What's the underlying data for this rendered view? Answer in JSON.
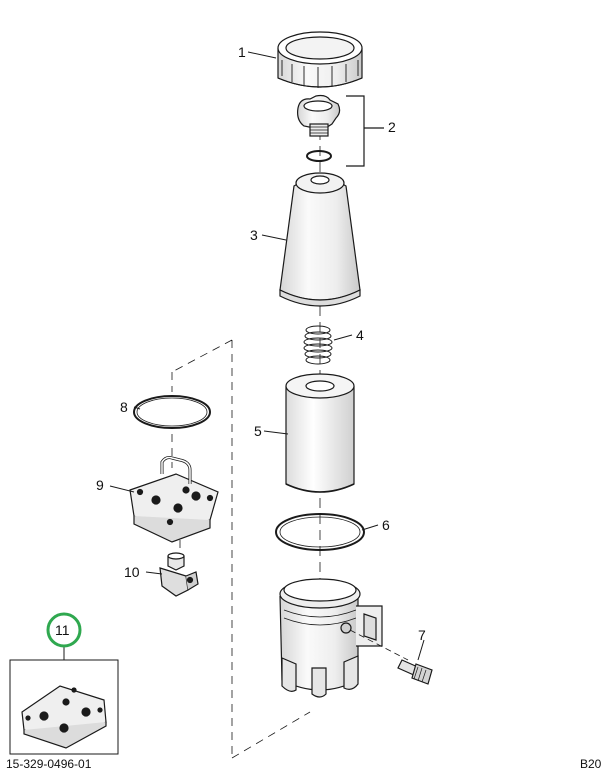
{
  "callouts": {
    "c1": "1",
    "c2": "2",
    "c3": "3",
    "c4": "4",
    "c5": "5",
    "c6": "6",
    "c7": "7",
    "c8": "8",
    "c9": "9",
    "c10": "10",
    "c11": "11"
  },
  "footer": {
    "part_number": "15-329-0496-01",
    "sheet_code": "B20"
  },
  "colors": {
    "line": "#1a1a1a",
    "highlight_ring": "#2fa84f",
    "part_fill": "#f7f7f7",
    "shade": "#d9d9d9"
  }
}
